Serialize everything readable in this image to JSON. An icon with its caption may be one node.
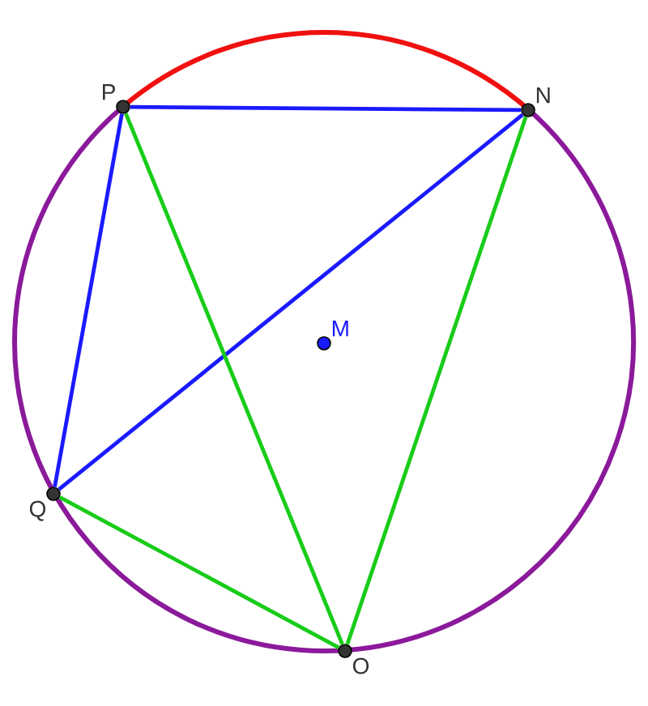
{
  "diagram": {
    "nodes": [
      {
        "text": [
          "P"
        ]
      },
      {
        "text": [
          "N"
        ]
      },
      {
        "text": [
          "M"
        ]
      },
      {
        "text": [
          "Q"
        ]
      },
      {
        "text": [
          "O"
        ]
      }
    ],
    "edges": [
      {
        "from": 0,
        "to": 1,
        "arrow": "none",
        "color": "#1a1aff"
      },
      {
        "from": 0,
        "to": 3,
        "arrow": "none",
        "color": "#1a1aff"
      },
      {
        "from": 3,
        "to": 1,
        "arrow": "none",
        "color": "#1a1aff"
      },
      {
        "from": 0,
        "to": 4,
        "arrow": "none",
        "color": "#19cc19"
      },
      {
        "from": 1,
        "to": 4,
        "arrow": "none",
        "color": "#19cc19"
      },
      {
        "from": 3,
        "to": 4,
        "arrow": "none",
        "color": "#19cc19"
      }
    ]
  }
}
